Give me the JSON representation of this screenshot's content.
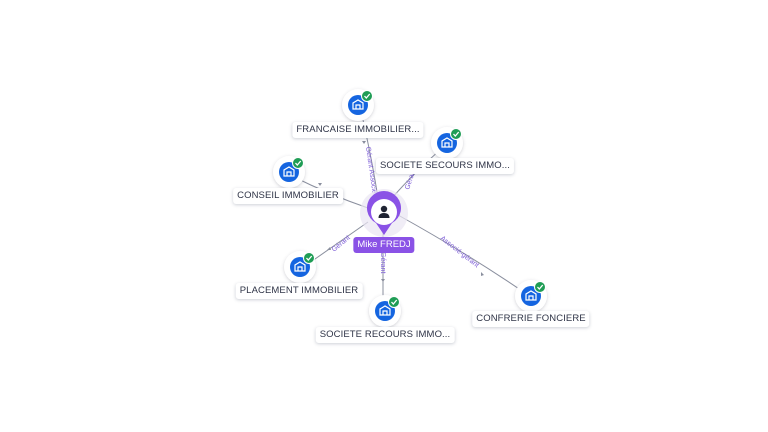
{
  "person": {
    "name": "Mike FREDJ",
    "icon": "person-icon"
  },
  "companies": [
    {
      "name": "FRANCAISE IMMOBILIER...",
      "icon": "building-icon",
      "status": "check-icon",
      "relation": "Gérant Associé"
    },
    {
      "name": "SOCIETE SECOURS IMMO...",
      "icon": "building-icon",
      "status": "check-icon",
      "relation": "Gérant"
    },
    {
      "name": "CONSEIL IMMOBILIER",
      "icon": "building-icon",
      "status": "check-icon",
      "relation": ""
    },
    {
      "name": "PLACEMENT IMMOBILIER",
      "icon": "building-icon",
      "status": "check-icon",
      "relation": "Gérant"
    },
    {
      "name": "SOCIETE RECOURS IMMO...",
      "icon": "building-icon",
      "status": "check-icon",
      "relation": "Gérant"
    },
    {
      "name": "CONFRERIE FONCIERE",
      "icon": "building-icon",
      "status": "check-icon",
      "relation": "Associé-gérant"
    }
  ],
  "colors": {
    "company_fill": "#1565e0",
    "check_fill": "#1f9d55",
    "person_accent": "#8a52e6",
    "edge": "#8a8f9e",
    "edge_label": "#7c5cd6"
  }
}
